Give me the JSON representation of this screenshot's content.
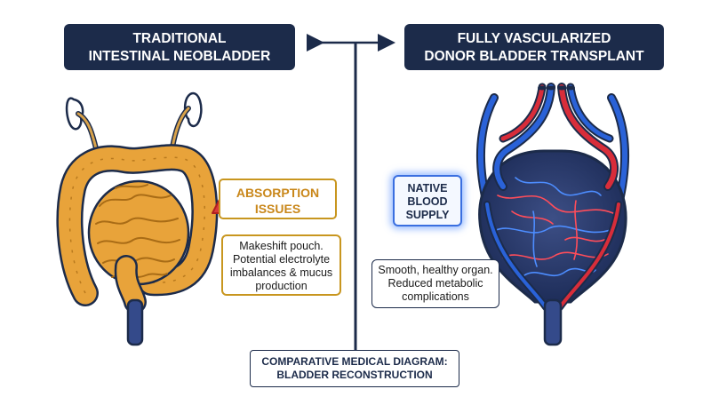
{
  "left_panel": {
    "title_line1": "TRADITIONAL",
    "title_line2": "INTESTINAL NEOBLADDER",
    "warning_line1": "ABSORPTION",
    "warning_line2": "ISSUES",
    "warning_icon": "warning-triangle-icon",
    "note_lines": [
      "Makeshift pouch.",
      "Potential electrolyte",
      "imbalances & mucus",
      "production"
    ]
  },
  "right_panel": {
    "title_line1": "FULLY VASCULARIZED",
    "title_line2": "DONOR BLADDER TRANSPLANT",
    "badge_lines": [
      "NATIVE",
      "BLOOD",
      "SUPPLY"
    ],
    "note_lines": [
      "Smooth, healthy organ.",
      "Reduced metabolic",
      "complications"
    ]
  },
  "caption": {
    "line1": "COMPARATIVE MEDICAL DIAGRAM:",
    "line2": "BLADDER RECONSTRUCTION"
  },
  "colors": {
    "navy": "#1c2b4a",
    "intestine": "#e8a33a",
    "warning_border": "#c8961f",
    "warning_red": "#d93a3a",
    "vessel_red": "#d82d3a",
    "vessel_blue": "#2a62d8"
  }
}
